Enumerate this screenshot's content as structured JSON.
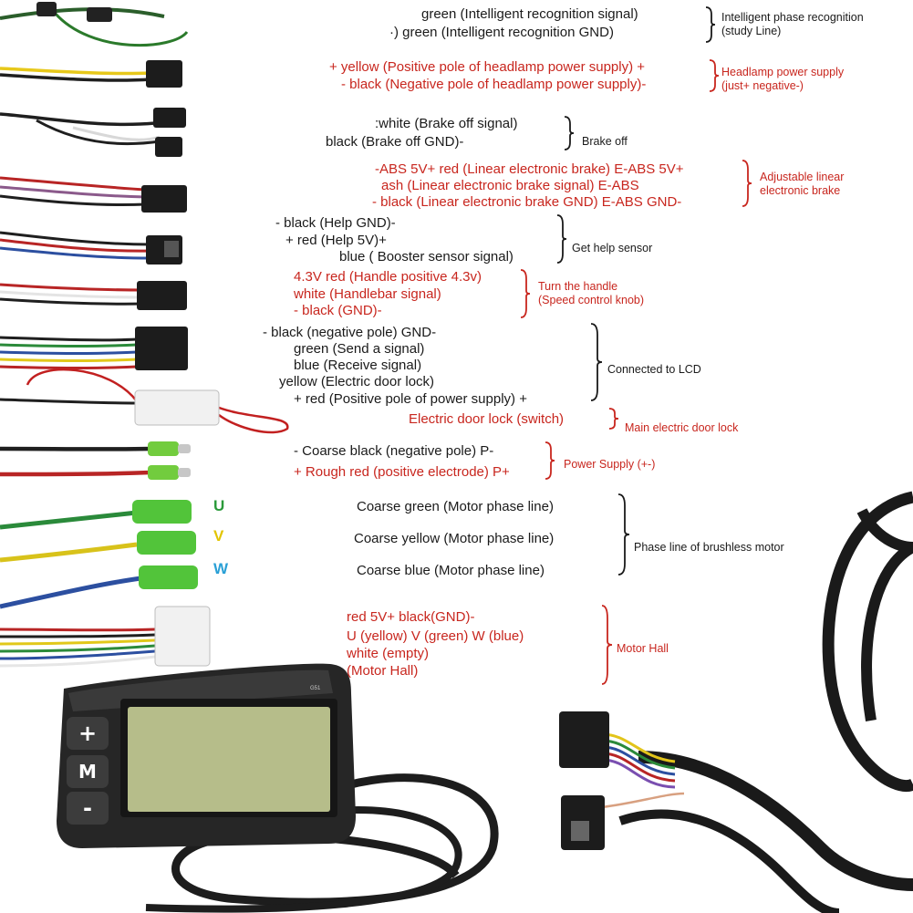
{
  "colors": {
    "text": "#1a1a1a",
    "accent_red": "#c8261e",
    "u_green": "#2a9a3a",
    "v_yellow": "#e2c400",
    "w_blue": "#2aa0d6"
  },
  "sections": [
    {
      "id": "phase-recognition",
      "lines": [
        {
          "text": "green (Intelligent recognition signal)",
          "color": "black"
        },
        {
          "text": "·) green (Intelligent recognition GND)",
          "color": "black"
        }
      ],
      "label_lines": [
        "Intelligent phase recognition",
        "(study Line)"
      ],
      "label_color": "black"
    },
    {
      "id": "headlamp",
      "lines": [
        {
          "text": "+ yellow (Positive pole of headlamp power supply) +",
          "color": "red"
        },
        {
          "text": "- black (Negative pole of headlamp power supply)-",
          "color": "red"
        }
      ],
      "label_lines": [
        "Headlamp power supply",
        "(just+ negative-)"
      ],
      "label_color": "red"
    },
    {
      "id": "brake-off",
      "lines": [
        {
          "text": ":white (Brake off signal)",
          "color": "black"
        },
        {
          "text": "black (Brake off GND)-",
          "color": "black"
        }
      ],
      "label_lines": [
        "Brake off"
      ],
      "label_color": "black"
    },
    {
      "id": "linear-brake",
      "lines": [
        {
          "text": "-ABS 5V+ red (Linear electronic brake) E-ABS 5V+",
          "color": "red"
        },
        {
          "text": "ash (Linear electronic brake signal) E-ABS",
          "color": "red"
        },
        {
          "text": "- black (Linear electronic brake GND) E-ABS GND-",
          "color": "red"
        }
      ],
      "label_lines": [
        "Adjustable linear",
        "electronic brake"
      ],
      "label_color": "red"
    },
    {
      "id": "help-sensor",
      "lines": [
        {
          "text": "- black (Help GND)-",
          "color": "black"
        },
        {
          "text": "+ red (Help 5V)+",
          "color": "black"
        },
        {
          "text": "blue ( Booster sensor signal)",
          "color": "black"
        }
      ],
      "label_lines": [
        "Get help sensor"
      ],
      "label_color": "black"
    },
    {
      "id": "handle",
      "lines": [
        {
          "text": "4.3V red (Handle positive 4.3v)",
          "color": "red"
        },
        {
          "text": "white (Handlebar signal)",
          "color": "red"
        },
        {
          "text": "- black (GND)-",
          "color": "red"
        }
      ],
      "label_lines": [
        "Turn the handle",
        "(Speed control knob)"
      ],
      "label_color": "red"
    },
    {
      "id": "lcd",
      "lines": [
        {
          "text": "- black (negative pole) GND-",
          "color": "black"
        },
        {
          "text": "green (Send a signal)",
          "color": "black"
        },
        {
          "text": "blue (Receive signal)",
          "color": "black"
        },
        {
          "text": "yellow (Electric door lock)",
          "color": "black"
        },
        {
          "text": "+ red (Positive pole of power supply) +",
          "color": "black"
        }
      ],
      "label_lines": [
        "Connected to LCD"
      ],
      "label_color": "black"
    },
    {
      "id": "door-lock",
      "lines": [
        {
          "text": "Electric door lock (switch)",
          "color": "red"
        }
      ],
      "label_lines": [
        "Main electric door lock"
      ],
      "label_color": "red"
    },
    {
      "id": "power",
      "lines": [
        {
          "text": "- Coarse black (negative pole) P-",
          "color": "black"
        },
        {
          "text": "+ Rough red (positive electrode) P+",
          "color": "red"
        }
      ],
      "label_lines": [
        "Power Supply (+-)"
      ],
      "label_color": "red"
    },
    {
      "id": "motor-phase",
      "lines": [
        {
          "text": "Coarse green (Motor phase line)",
          "color": "black"
        },
        {
          "text": "Coarse yellow (Motor phase line)",
          "color": "black"
        },
        {
          "text": "Coarse blue (Motor phase line)",
          "color": "black"
        }
      ],
      "label_lines": [
        "Phase line of brushless motor"
      ],
      "label_color": "black"
    },
    {
      "id": "motor-hall",
      "lines": [
        {
          "text": "red 5V+ black(GND)-",
          "color": "red"
        },
        {
          "text": "U (yellow) V (green) W (blue)",
          "color": "red"
        },
        {
          "text": "white (empty)",
          "color": "red"
        },
        {
          "text": "(Motor Hall)",
          "color": "red"
        }
      ],
      "label_lines": [
        "Motor Hall"
      ],
      "label_color": "red"
    }
  ],
  "uvw": [
    "U",
    "V",
    "W"
  ],
  "display": {
    "buttons": [
      "+",
      "M",
      "-"
    ],
    "model": "G51"
  }
}
